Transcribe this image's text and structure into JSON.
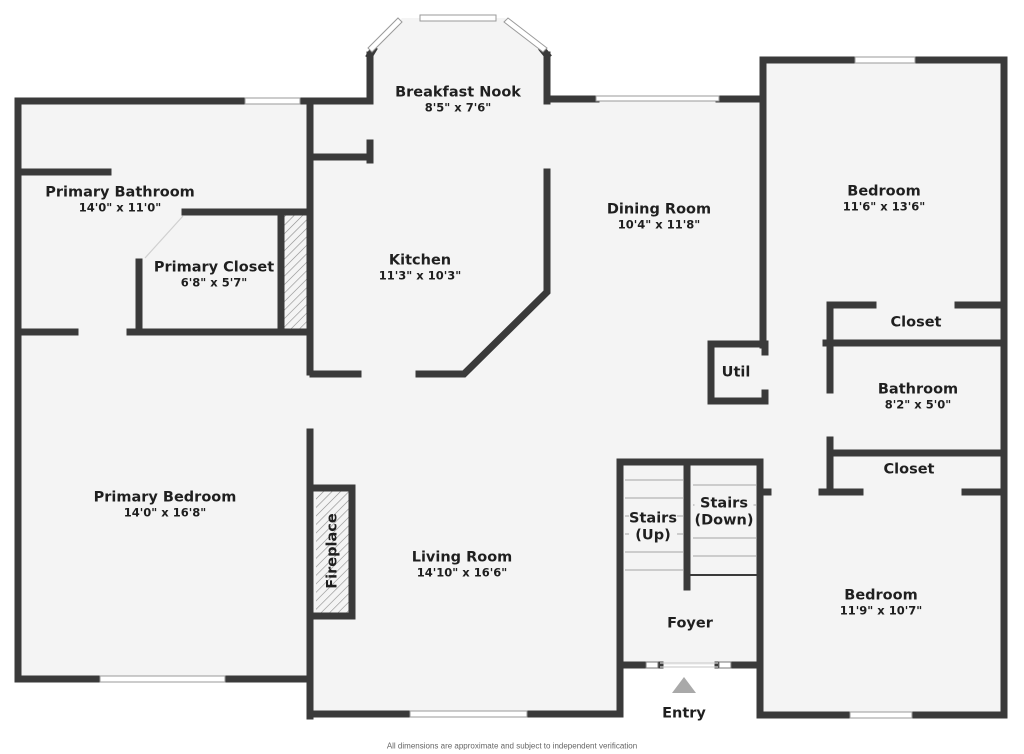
{
  "floorplan": {
    "colors": {
      "wall": "#3a3a3a",
      "floor": "#f4f4f4",
      "window": "#ffffff",
      "hatch": "#8a8a8a",
      "entry_arrow": "#a9a9a9"
    },
    "rooms": {
      "primary_bathroom": {
        "name": "Primary Bathroom",
        "dim": "14'0\" x 11'0\""
      },
      "primary_closet": {
        "name": "Primary Closet",
        "dim": "6'8\" x 5'7\""
      },
      "breakfast_nook": {
        "name": "Breakfast Nook",
        "dim": "8'5\" x 7'6\""
      },
      "kitchen": {
        "name": "Kitchen",
        "dim": "11'3\" x 10'3\""
      },
      "dining_room": {
        "name": "Dining Room",
        "dim": "10'4\" x 11'8\""
      },
      "bedroom_1": {
        "name": "Bedroom",
        "dim": "11'6\" x 13'6\""
      },
      "closet_1": {
        "name": "Closet"
      },
      "util": {
        "name": "Util"
      },
      "bathroom": {
        "name": "Bathroom",
        "dim": "8'2\" x 5'0\""
      },
      "closet_2": {
        "name": "Closet"
      },
      "primary_bedroom": {
        "name": "Primary Bedroom",
        "dim": "14'0\" x 16'8\""
      },
      "fireplace": {
        "name": "Fireplace"
      },
      "living_room": {
        "name": "Living Room",
        "dim": "14'10\" x 16'6\""
      },
      "stairs_up": {
        "name": "Stairs",
        "sub": "(Up)"
      },
      "stairs_down": {
        "name": "Stairs",
        "sub": "(Down)"
      },
      "foyer": {
        "name": "Foyer"
      },
      "bedroom_2": {
        "name": "Bedroom",
        "dim": "11'9\" x 10'7\""
      }
    },
    "entry_label": "Entry",
    "footnote": "All dimensions are approximate and subject to independent verification"
  }
}
